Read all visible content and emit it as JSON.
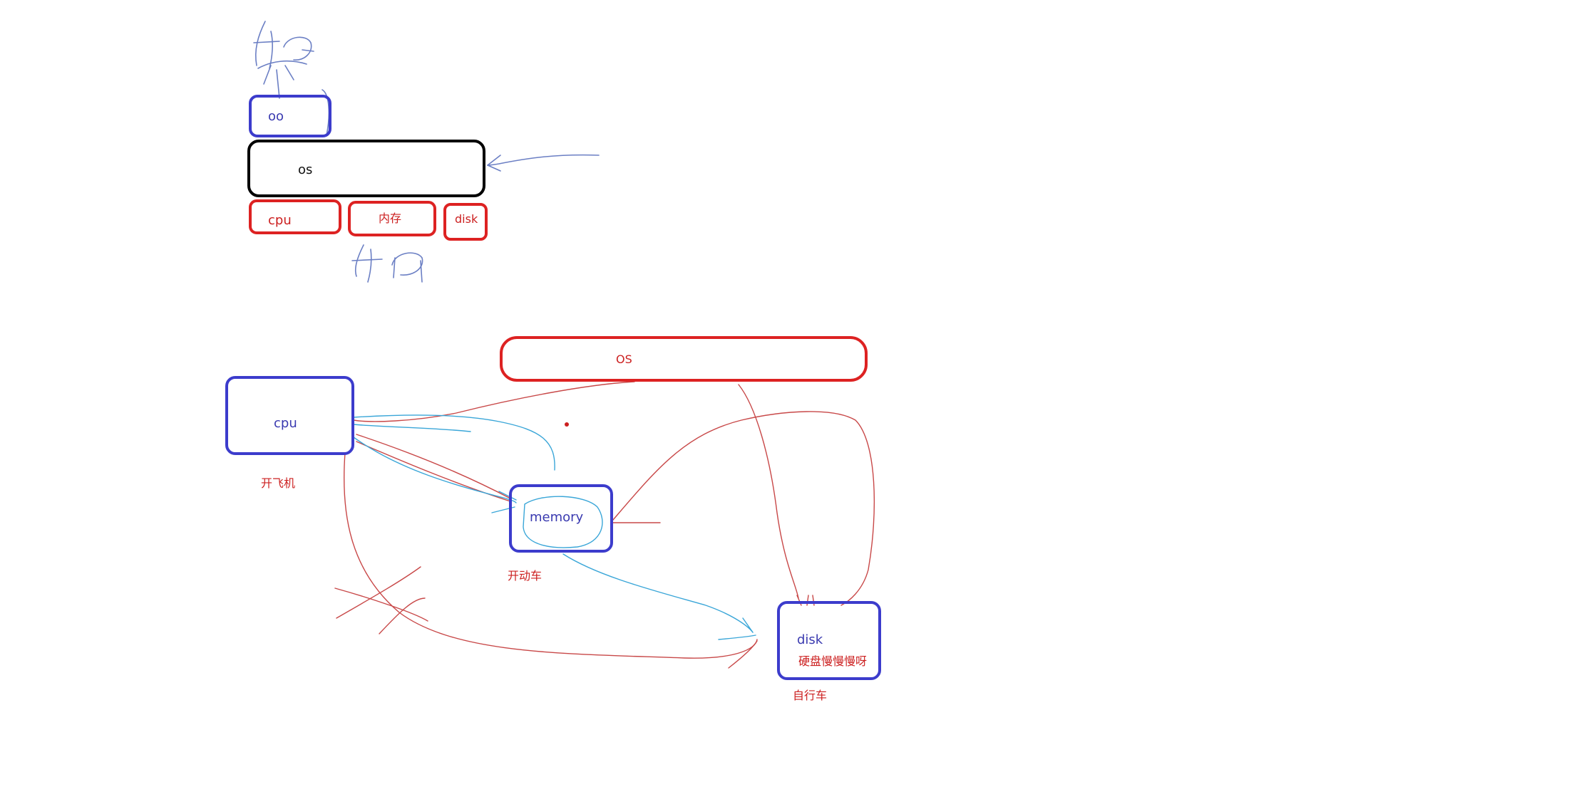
{
  "top_stack": {
    "app_box_label": "oo",
    "os_box_label": "os",
    "hardware": [
      {
        "id": "cpu",
        "label": "cpu"
      },
      {
        "id": "memory",
        "label": "内存"
      },
      {
        "id": "disk",
        "label": "disk"
      }
    ]
  },
  "bottom_diagram": {
    "os_label": "OS",
    "cpu": {
      "label": "cpu",
      "note": "开飞机"
    },
    "memory": {
      "label": "memory",
      "note": "开动车"
    },
    "disk": {
      "label": "disk",
      "inner_note": "硬盘慢慢慢呀",
      "note": "自行车"
    }
  },
  "colors": {
    "blue_box": "#3c3ccc",
    "red_box": "#dd2222",
    "black_box": "#000000",
    "red_stroke": "#c84848",
    "cyan_stroke": "#3aa6d8",
    "handwriting": "#6b7fc4"
  }
}
